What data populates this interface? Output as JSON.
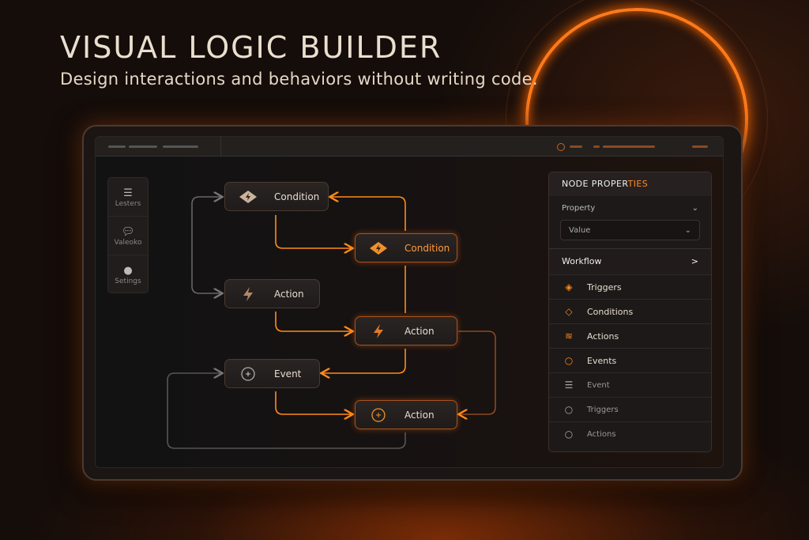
{
  "hero": {
    "title": "VISUAL LOGIC BUILDER",
    "subtitle": "Design interactions and behaviors without writing code."
  },
  "colors": {
    "accent": "#ff7a1a",
    "background": "#140d0a"
  },
  "sidebar": {
    "items": [
      {
        "label": "Lesters",
        "icon": "menu-icon"
      },
      {
        "label": "Valeoko",
        "icon": "chat-icon"
      },
      {
        "label": "Setings",
        "icon": "settings-icon"
      }
    ]
  },
  "canvas": {
    "nodes": [
      {
        "id": "condition-1",
        "label": "Condition",
        "icon": "diamond-bolt-icon"
      },
      {
        "id": "condition-2",
        "label": "Condition",
        "icon": "diamond-bolt-icon"
      },
      {
        "id": "action-1",
        "label": "Action",
        "icon": "bolt-icon"
      },
      {
        "id": "action-2",
        "label": "Action",
        "icon": "bolt-icon"
      },
      {
        "id": "event-1",
        "label": "Event",
        "icon": "circle-plus-icon"
      },
      {
        "id": "action-3",
        "label": "Action",
        "icon": "circle-plus-icon"
      }
    ]
  },
  "panel": {
    "title_a": "NODE PROPER",
    "title_b": "TIES",
    "property_label": "Property",
    "value_label": "Value",
    "workflow_label": "Workflow",
    "items": [
      {
        "label": "Triggers",
        "icon": "tag-icon"
      },
      {
        "label": "Conditions",
        "icon": "diamond-icon"
      },
      {
        "label": "Actions",
        "icon": "signal-icon"
      },
      {
        "label": "Events",
        "icon": "circle-icon"
      },
      {
        "label": "Event",
        "icon": "list-icon"
      },
      {
        "label": "Triggers",
        "icon": "circle-icon"
      },
      {
        "label": "Actions",
        "icon": "circle-icon"
      }
    ]
  }
}
